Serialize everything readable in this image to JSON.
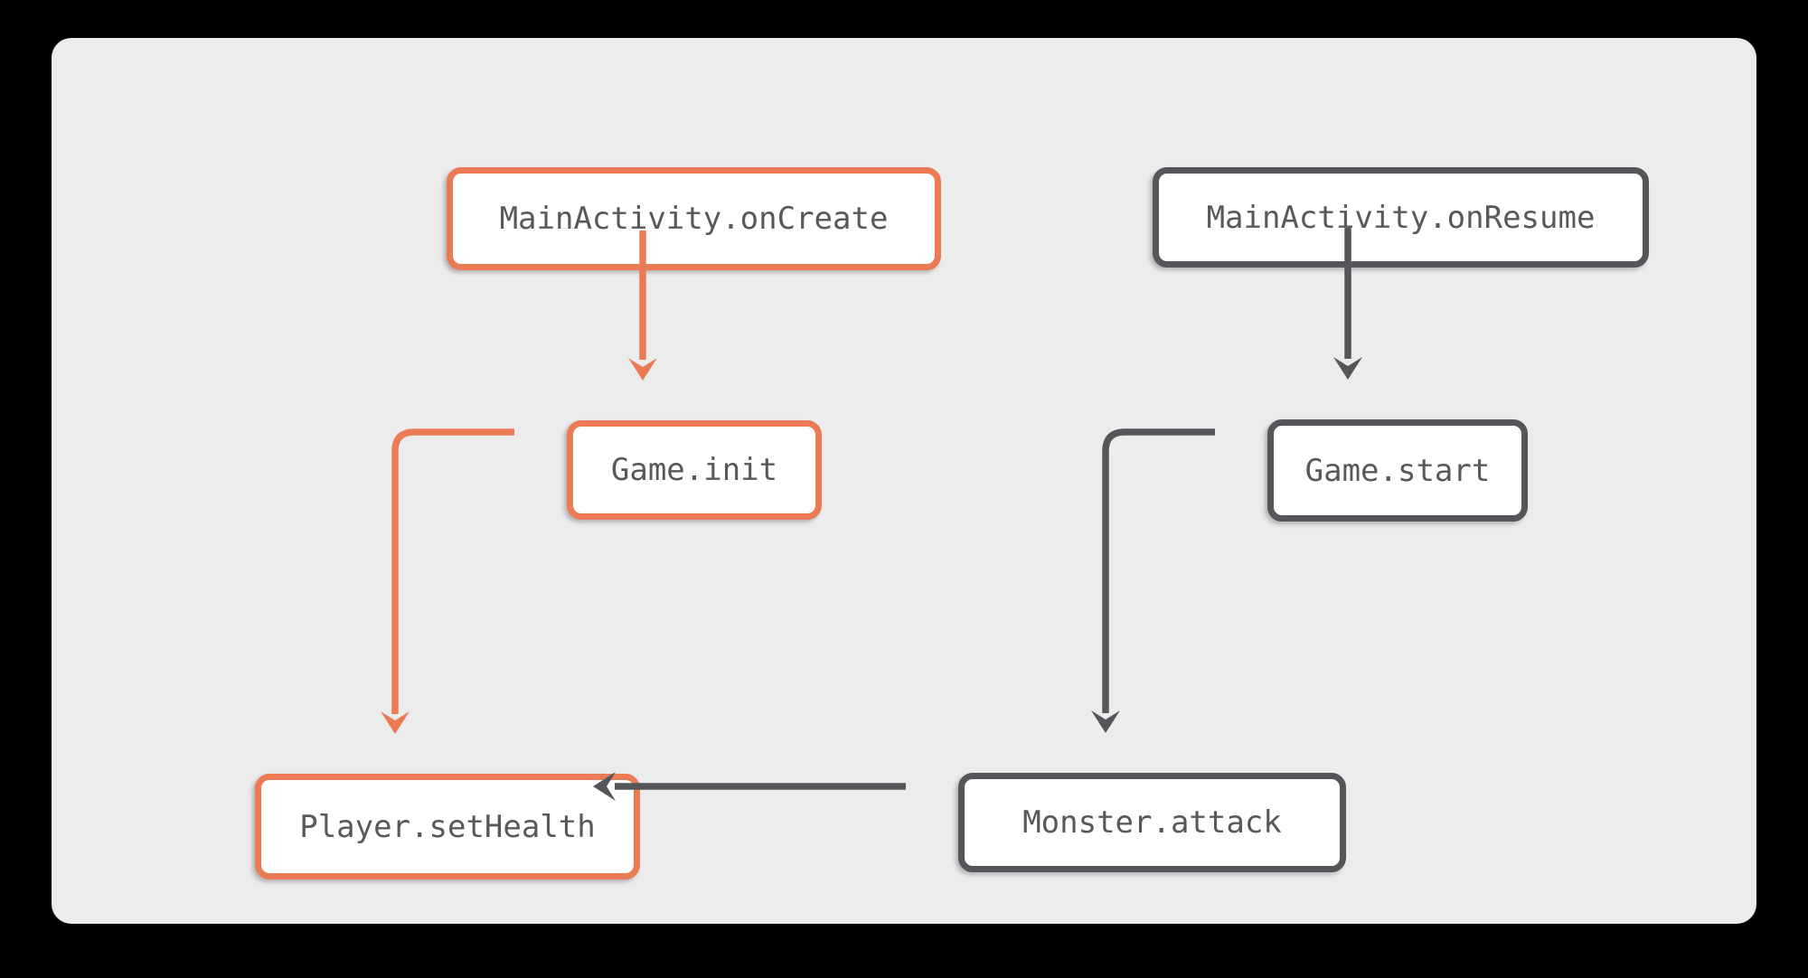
{
  "diagram": {
    "nodes": [
      {
        "id": "mainactivity-oncreate",
        "label": "MainActivity.onCreate",
        "color_role": "orange"
      },
      {
        "id": "mainactivity-onresume",
        "label": "MainActivity.onResume",
        "color_role": "dark"
      },
      {
        "id": "game-init",
        "label": "Game.init",
        "color_role": "orange"
      },
      {
        "id": "game-start",
        "label": "Game.start",
        "color_role": "dark"
      },
      {
        "id": "player-sethealth",
        "label": "Player.setHealth",
        "color_role": "orange"
      },
      {
        "id": "monster-attack",
        "label": "Monster.attack",
        "color_role": "dark"
      }
    ],
    "edges": [
      {
        "from": "mainactivity-oncreate",
        "to": "game-init",
        "color_role": "orange"
      },
      {
        "from": "game-init",
        "to": "player-sethealth",
        "color_role": "orange"
      },
      {
        "from": "mainactivity-onresume",
        "to": "game-start",
        "color_role": "dark"
      },
      {
        "from": "game-start",
        "to": "monster-attack",
        "color_role": "dark"
      },
      {
        "from": "monster-attack",
        "to": "player-sethealth",
        "color_role": "dark"
      }
    ],
    "colors": {
      "orange": "#EB7B55",
      "dark": "#55565A",
      "panel_bg": "#ECECED",
      "node_bg": "#FFFFFF",
      "text": "#57585B",
      "outer_bg": "#000000"
    }
  }
}
